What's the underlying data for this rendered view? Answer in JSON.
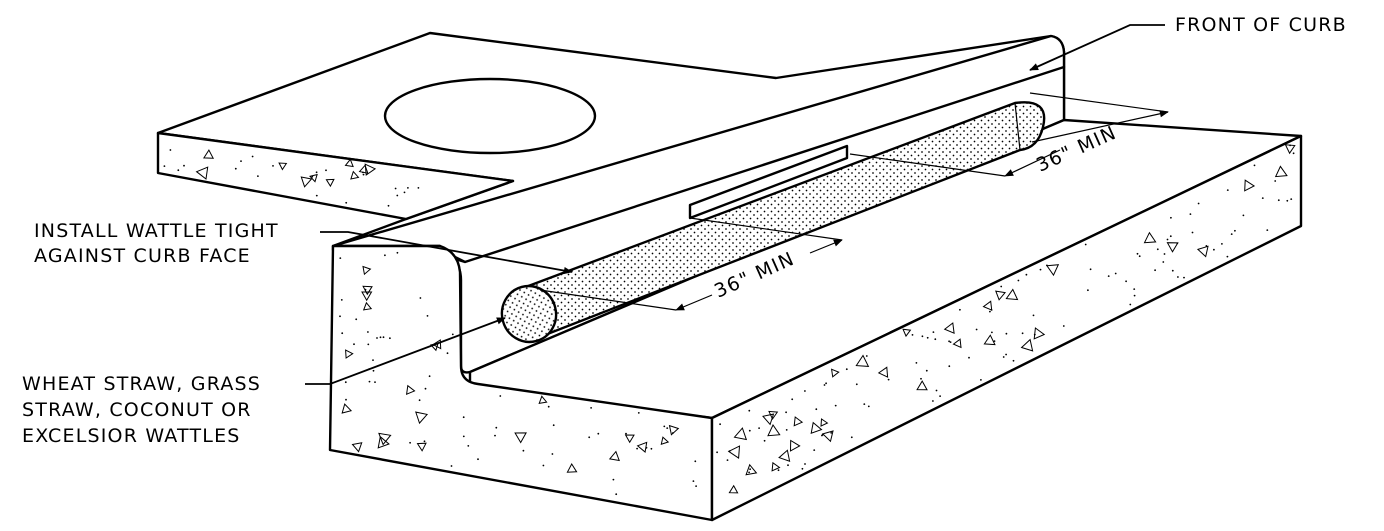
{
  "labels": {
    "front_of_curb": "FRONT OF CURB",
    "install_line1": "INSTALL WATTLE TIGHT",
    "install_line2": "AGAINST CURB FACE",
    "wheat_line1": "WHEAT STRAW, GRASS",
    "wheat_line2": "STRAW, COCONUT OR",
    "wheat_line3": "EXCELSIOR WATTLES"
  },
  "dimensions": {
    "upper": "36\" MIN",
    "lower": "36\" MIN"
  },
  "colors": {
    "ink": "#000000",
    "paper": "#ffffff"
  }
}
